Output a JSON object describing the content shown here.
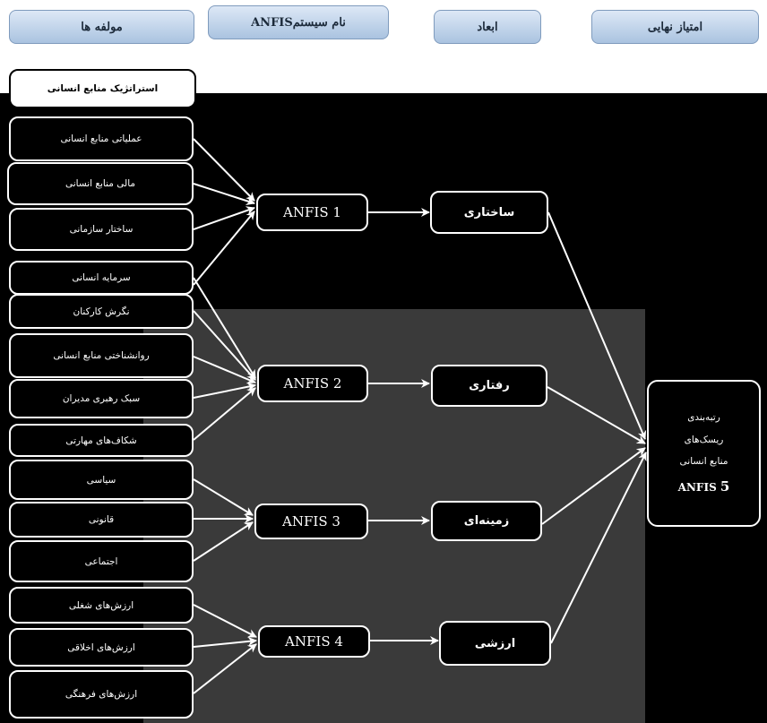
{
  "headers": {
    "components": "مولفه ها",
    "system_name": "نام سیستمANFIS",
    "dimensions": "ابعاد",
    "final_score": "امتیاز نهایی"
  },
  "components": [
    "استراتژیک منابع انسانی",
    "عملیاتی منابع انسانی",
    "مالی منابع انسانی",
    "ساختار سازمانی",
    "سرمایه انسانی",
    "نگرش کارکنان",
    "روانشناختی منابع انسانی",
    "سبک رهبری مدیران",
    "شکاف‌های مهارتی",
    "سیاسی",
    "قانونی",
    "اجتماعی",
    "ارزش‌های شغلی",
    "ارزش‌های اخلاقی",
    "ارزش‌های فرهنگی"
  ],
  "anfis": [
    "ANFIS 1",
    "ANFIS 2",
    "ANFIS 3",
    "ANFIS 4"
  ],
  "dimensions": [
    "ساختاری",
    "رفتاری",
    "زمینه‌ای",
    "ارزشی"
  ],
  "final": {
    "line1": "رتبه‌بندی",
    "line2": "ریسک‌های",
    "line3": "منابع انسانی",
    "anfis_label": "ANFIS",
    "anfis_num": "5"
  },
  "colors": {
    "background": "#000000",
    "header_fill": "#c3d5ec",
    "box_border": "#ffffff"
  }
}
